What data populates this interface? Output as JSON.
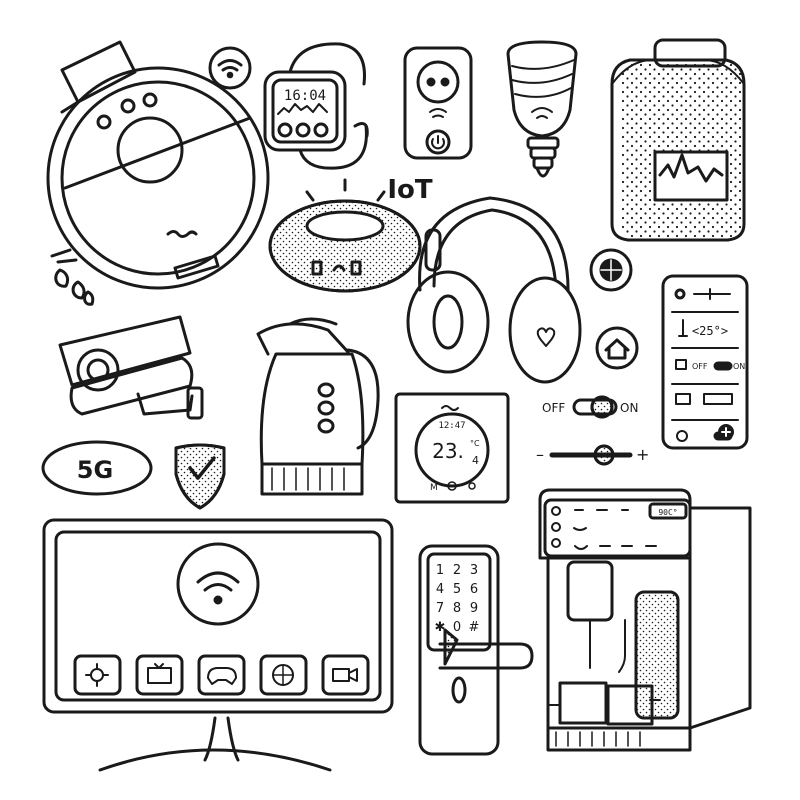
{
  "colors": {
    "ink": "#1a1a1a",
    "paper": "#ffffff",
    "stipple": "#9a9a9a"
  },
  "labels": {
    "iot": "IoT",
    "five_g": "5G",
    "off": "OFF",
    "on": "ON",
    "minus": "–",
    "plus": "+"
  },
  "watch": {
    "time": "16:04"
  },
  "thermostat": {
    "time": "12:47",
    "temp_main": "23.",
    "temp_dec": "4",
    "unit": "°C",
    "mode": "M"
  },
  "phone_app": {
    "temp": "<25°>",
    "off": "OFF",
    "on": "ON"
  },
  "keypad": {
    "keys": [
      "1",
      "2",
      "3",
      "4",
      "5",
      "6",
      "7",
      "8",
      "9",
      "✱",
      "0",
      "#"
    ]
  },
  "coffee": {
    "temp": "90C°"
  },
  "tv": {
    "apps": [
      "sun-icon",
      "tv-icon",
      "gamepad-icon",
      "globe-icon",
      "camera-icon"
    ]
  }
}
